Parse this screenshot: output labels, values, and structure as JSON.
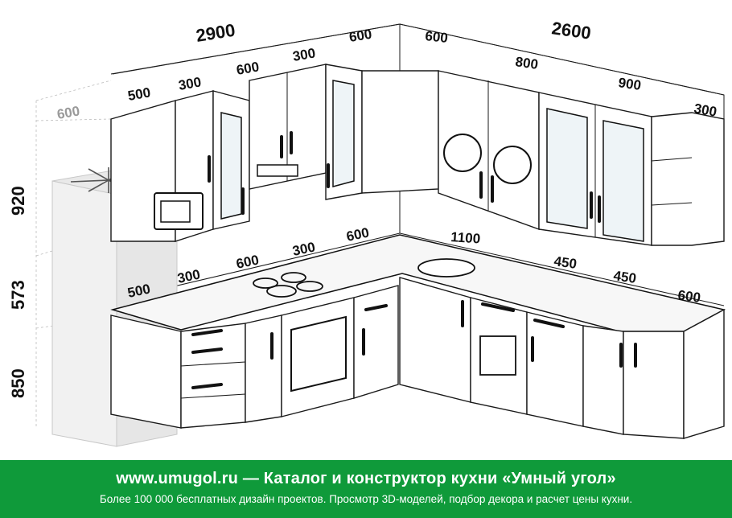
{
  "dimensions": {
    "upper_left_total": "2900",
    "upper_right_total": "2600",
    "upper_600_corner": "600",
    "upper_600_right": "600",
    "upper_500": "500",
    "upper_300_a": "300",
    "upper_600_b": "600",
    "upper_300_b": "300",
    "upper_800": "800",
    "upper_900": "900",
    "upper_300_end": "300",
    "fridge_top_600": "600",
    "height_920": "920",
    "height_573": "573",
    "height_850": "850",
    "counter_500": "500",
    "counter_300": "300",
    "counter_600_a": "600",
    "counter_300_b": "300",
    "counter_600_corner": "600",
    "counter_1100": "1100",
    "counter_450_a": "450",
    "counter_450_b": "450",
    "counter_600_end": "600"
  },
  "banner": {
    "title": "www.umugol.ru — Каталог и конструктор кухни «Умный угол»",
    "subtitle": "Более 100 000 бесплатных дизайн проектов. Просмотр 3D-моделей, подбор декора и расчет цены кухни."
  }
}
